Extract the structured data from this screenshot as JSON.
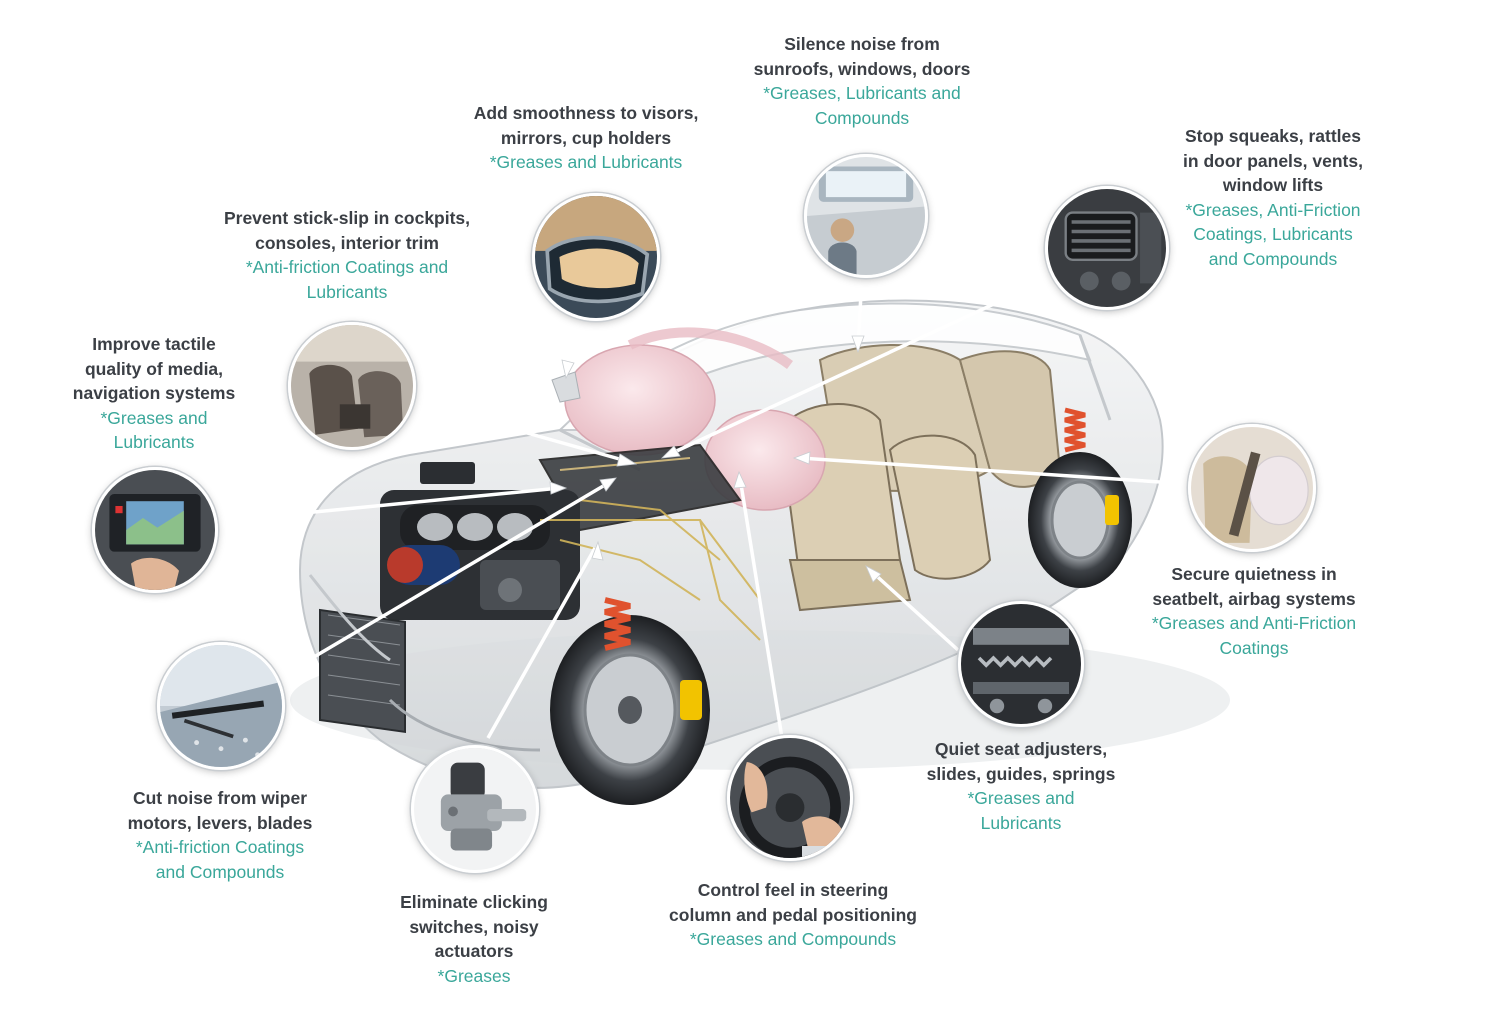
{
  "callouts": [
    {
      "id": "sunroof",
      "title": "Silence noise from\nsunroofs, windows, doors",
      "products": "*Greases, Lubricants and\nCompounds",
      "icon": "sunroof-photo-icon"
    },
    {
      "id": "visors",
      "title": "Add smoothness to visors,\nmirrors, cup holders",
      "products": "*Greases and Lubricants",
      "icon": "side-mirror-photo-icon"
    },
    {
      "id": "cockpit",
      "title": "Prevent stick-slip in cockpits,\nconsoles, interior trim",
      "products": "*Anti-friction Coatings and\nLubricants",
      "icon": "car-interior-photo-icon"
    },
    {
      "id": "panels",
      "title": "Stop squeaks, rattles\nin door panels, vents,\nwindow lifts",
      "products": "*Greases, Anti-Friction\nCoatings, Lubricants\nand Compounds",
      "icon": "air-vent-photo-icon"
    },
    {
      "id": "media",
      "title": "Improve tactile\nquality of media,\nnavigation systems",
      "products": "*Greases and\nLubricants",
      "icon": "navigation-screen-photo-icon"
    },
    {
      "id": "seatbelt",
      "title": "Secure quietness in\nseatbelt, airbag systems",
      "products": "*Greases and Anti-Friction\nCoatings",
      "icon": "airbag-photo-icon"
    },
    {
      "id": "seat",
      "title": "Quiet seat adjusters,\nslides, guides, springs",
      "products": "*Greases and\nLubricants",
      "icon": "seat-adjuster-photo-icon"
    },
    {
      "id": "wiper",
      "title": "Cut noise from wiper\nmotors, levers, blades",
      "products": "*Anti-friction Coatings\nand Compounds",
      "icon": "wiper-photo-icon"
    },
    {
      "id": "actuator",
      "title": "Eliminate clicking\nswitches, noisy\nactuators",
      "products": "*Greases",
      "icon": "actuator-photo-icon"
    },
    {
      "id": "steering",
      "title": "Control feel in steering\ncolumn and pedal positioning",
      "products": "*Greases and Compounds",
      "icon": "steering-wheel-photo-icon"
    }
  ],
  "colors": {
    "title_text": "#3b3f45",
    "product_text": "#3aa79a",
    "leader_line": "#ffffff",
    "airbag": "#f2d3d8",
    "seat": "#d9cdb4",
    "spring": "#e0522e",
    "car_body": "#e8eaec"
  }
}
